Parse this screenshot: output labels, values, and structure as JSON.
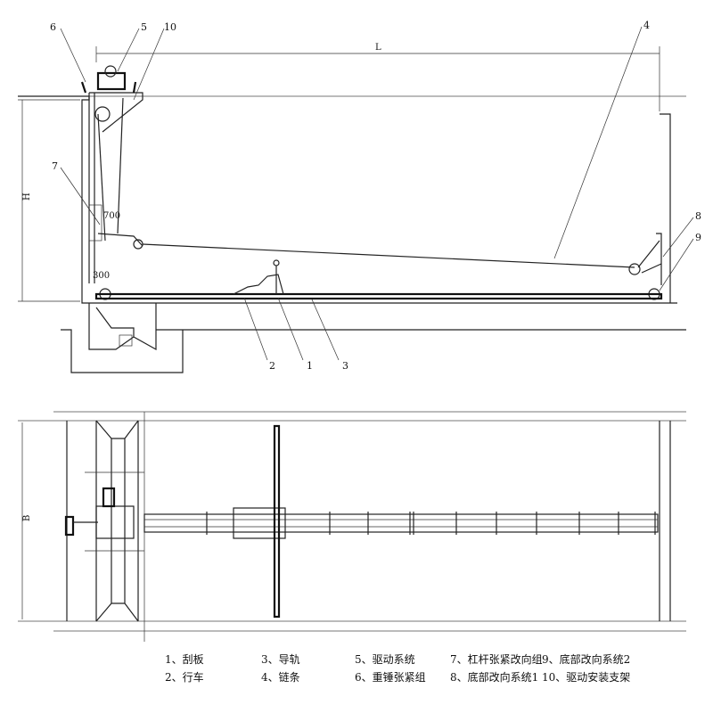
{
  "callouts": {
    "c1": "1",
    "c2": "2",
    "c3": "3",
    "c4": "4",
    "c5": "5",
    "c6": "6",
    "c7": "7",
    "c8": "8",
    "c9": "9",
    "c10": "10"
  },
  "dimensions": {
    "length": "L",
    "height": "H",
    "width": "B",
    "upper_gap": "700",
    "lower_gap": "300"
  },
  "legend": [
    {
      "number": "1",
      "label": "刮板"
    },
    {
      "number": "2",
      "label": "行车"
    },
    {
      "number": "3",
      "label": "导轨"
    },
    {
      "number": "4",
      "label": "链条"
    },
    {
      "number": "5",
      "label": "驱动系统"
    },
    {
      "number": "6",
      "label": "重锤张紧组"
    },
    {
      "number": "7",
      "label": "杠杆张紧改向组"
    },
    {
      "number": "8",
      "label": "底部改向系统1"
    },
    {
      "number": "9",
      "label": "底部改向系统2"
    },
    {
      "number": "10",
      "label": "驱动安装支架"
    }
  ]
}
